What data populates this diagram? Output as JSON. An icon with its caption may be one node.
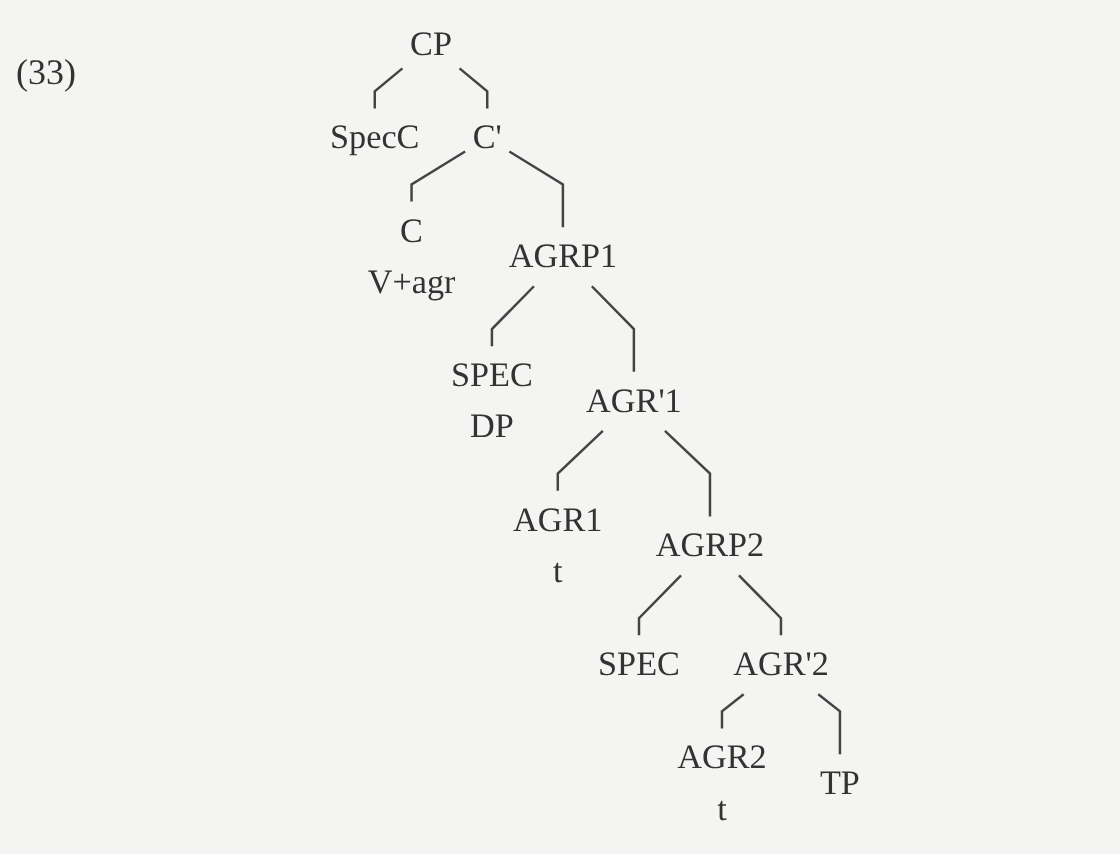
{
  "diagram": {
    "nodes": [
      {
        "text": [
          "CP"
        ]
      },
      {
        "text": [
          "SpecC"
        ]
      },
      {
        "text": [
          "C'"
        ]
      },
      {
        "text": [
          "C",
          "V+agr"
        ]
      },
      {
        "text": [
          "AGRP1"
        ]
      },
      {
        "text": [
          "SPEC",
          "DP"
        ]
      },
      {
        "text": [
          "AGR'1"
        ]
      },
      {
        "text": [
          "AGR1",
          "t"
        ]
      },
      {
        "text": [
          "AGRP2"
        ]
      },
      {
        "text": [
          "SPEC"
        ]
      },
      {
        "text": [
          "AGR'2"
        ]
      },
      {
        "text": [
          "AGR2",
          "t"
        ]
      },
      {
        "text": [
          "TP"
        ]
      }
    ],
    "edges": [
      {
        "from": 0,
        "to": 1,
        "arrow": "none"
      },
      {
        "from": 0,
        "to": 2,
        "arrow": "none"
      },
      {
        "from": 2,
        "to": 3,
        "arrow": "none"
      },
      {
        "from": 2,
        "to": 4,
        "arrow": "none"
      },
      {
        "from": 4,
        "to": 5,
        "arrow": "none"
      },
      {
        "from": 4,
        "to": 6,
        "arrow": "none"
      },
      {
        "from": 6,
        "to": 7,
        "arrow": "none"
      },
      {
        "from": 6,
        "to": 8,
        "arrow": "none"
      },
      {
        "from": 8,
        "to": 9,
        "arrow": "none"
      },
      {
        "from": 8,
        "to": 10,
        "arrow": "none"
      },
      {
        "from": 10,
        "to": 11,
        "arrow": "none"
      },
      {
        "from": 10,
        "to": 12,
        "arrow": "none"
      }
    ],
    "labels": [
      "(33)"
    ]
  }
}
